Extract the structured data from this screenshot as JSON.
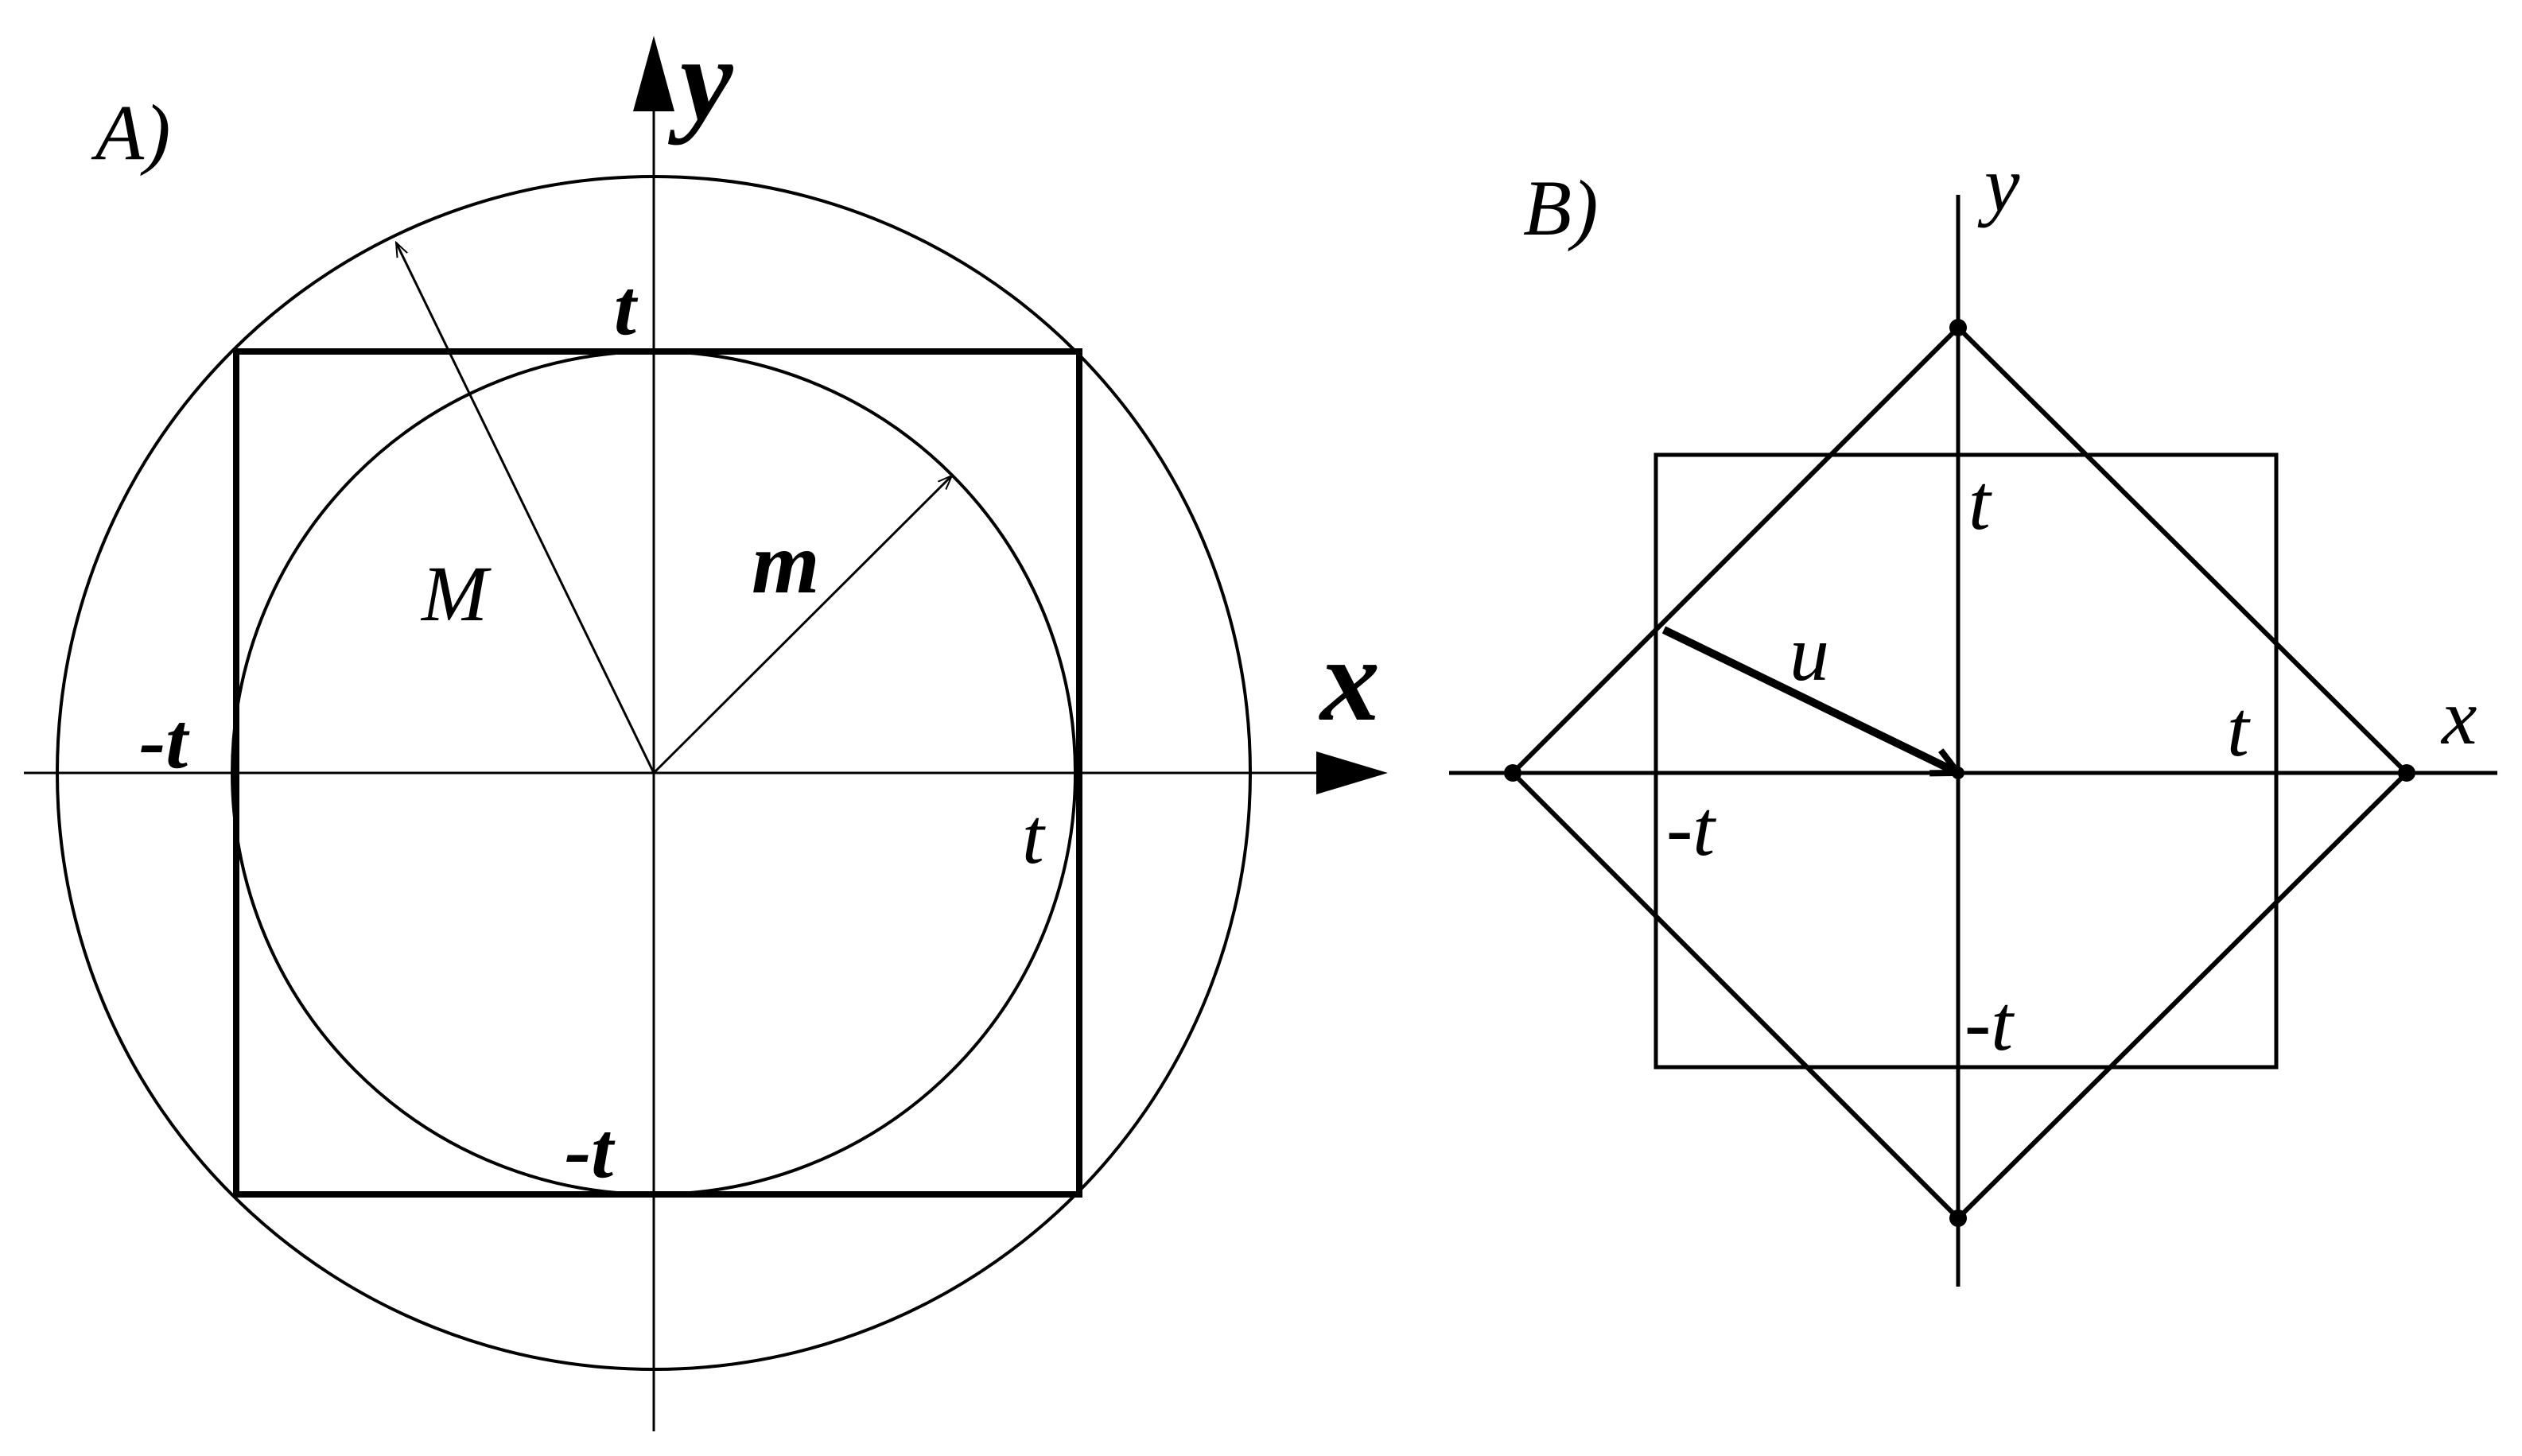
{
  "panel_a": {
    "label": "A)",
    "axis_x_label": "x",
    "axis_y_label": "y",
    "top_label": "t",
    "bottom_label": "-t",
    "left_label": "-t",
    "right_label": "t",
    "big_radius_label": "M",
    "small_radius_label": "m"
  },
  "panel_b": {
    "label": "B)",
    "axis_x_label": "x",
    "axis_y_label": "y",
    "top_label": "t",
    "bottom_label": "-t",
    "left_label": "-t",
    "right_label": "t",
    "vector_label": "u"
  },
  "colors": {
    "ink": "#000000",
    "background": "#ffffff"
  }
}
